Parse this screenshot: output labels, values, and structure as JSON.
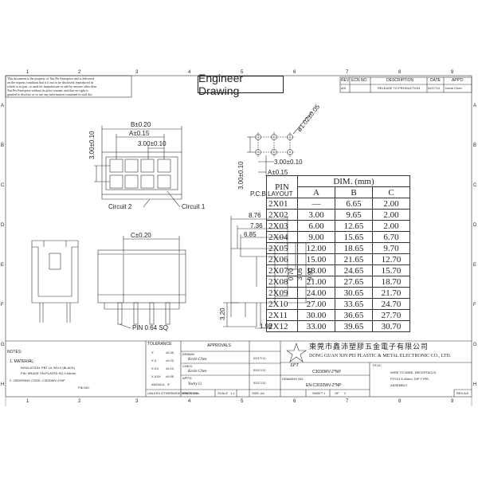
{
  "border": {
    "top_cols": [
      "1",
      "2",
      "3",
      "4",
      "5",
      "6",
      "7",
      "8",
      "9"
    ],
    "bottom_cols": [
      "1",
      "2",
      "3",
      "4",
      "5",
      "6",
      "7",
      "8",
      "9"
    ],
    "rows": [
      "A",
      "B",
      "C",
      "D",
      "E",
      "F",
      "G",
      "H"
    ]
  },
  "title_box": "Engineer Drawing",
  "confidential": [
    "This document is the property of Xin Pei Enterprise and is delivered",
    "on the express condition that it is not to be disclosed, reproduced in",
    "whole or in part, or used for manufacture or sale by anyone other than",
    "Xin Pei Enterprise without its prior consent, and that no right is",
    "granted to disclose or so use any information contained in said doc."
  ],
  "revision": {
    "headers": [
      "REV",
      "ECN NO.",
      "DESCRIPTION",
      "DATE",
      "APP'D"
    ],
    "row": [
      "A/0",
      "",
      "RELEASE TO PRODUCTION",
      "02/17/11",
      "Kevin Chen"
    ]
  },
  "dims": {
    "b": "B±0.20",
    "a": "A±0.15",
    "pitch_top": "3.00±0.10",
    "pitch_side": "3.00±0.10",
    "pcb_hole": "ø1.02±0.05",
    "pcb_pitch_h": "3.00±0.10",
    "pcb_pitch_v": "3.00±0.10",
    "pcb_a": "A±0.15",
    "c": "C±0.20",
    "d876": "8.76",
    "d736": "7.36",
    "d685": "6.85",
    "d070": "0.70",
    "d305": "3.05",
    "d990": "9.90",
    "d320": "3.20",
    "d198": "1.98"
  },
  "labels": {
    "circuit2": "Circuit 2",
    "circuit1": "Circuit 1",
    "pcb_layout": "P.C.B LAYOUT",
    "pin_size": "PIN 0.64 SQ"
  },
  "dim_table": {
    "pin_header": "PIN",
    "dim_header": "DIM. (mm)",
    "col_headers": [
      "A",
      "B",
      "C"
    ],
    "rows": [
      [
        "2X01",
        "—",
        "6.65",
        "2.00"
      ],
      [
        "2X02",
        "3.00",
        "9.65",
        "2.00"
      ],
      [
        "2X03",
        "6.00",
        "12.65",
        "2.00"
      ],
      [
        "2X04",
        "9.00",
        "15.65",
        "6.70"
      ],
      [
        "2X05",
        "12.00",
        "18.65",
        "9.70"
      ],
      [
        "2X06",
        "15.00",
        "21.65",
        "12.70"
      ],
      [
        "2X07",
        "18.00",
        "24.65",
        "15.70"
      ],
      [
        "2X08",
        "21.00",
        "27.65",
        "18.70"
      ],
      [
        "2X09",
        "24.00",
        "30.65",
        "21.70"
      ],
      [
        "2X10",
        "27.00",
        "33.65",
        "24.70"
      ],
      [
        "2X11",
        "30.00",
        "36.65",
        "27.70"
      ],
      [
        "2X12",
        "33.00",
        "39.65",
        "30.70"
      ]
    ]
  },
  "notes": {
    "title": "NOTES:",
    "lines": [
      "1. MATERIAL:",
      "INSULATION: PBT UL 94V-0 (BLACK)",
      "PIN: BRASS TIN-PLATED SQ 0.64mm",
      "2. ORDERING CODE: C3030WV-2*NP"
    ],
    "pin_no": "PIN NO."
  },
  "tolerance": {
    "title": "TOLERANCE",
    "rows": [
      [
        "X",
        "±0.30"
      ],
      [
        "X.X",
        "±0.20"
      ],
      [
        "X.XX",
        "±0.10"
      ],
      [
        "X.XXX",
        "±0.05"
      ],
      [
        "ANGULA",
        "3°"
      ]
    ],
    "unless": "UNLESS OTHERWISE SPECIFIED"
  },
  "approvals": {
    "title": "APPROVALS",
    "rows": [
      {
        "label": "DRAWN",
        "sig": "Kevin Chen",
        "date": "02/17/11"
      },
      {
        "label": "CHK'D",
        "sig": "Kevin Chen",
        "date": "02/17/11"
      },
      {
        "label": "APP'D",
        "sig": "Yuchy Li",
        "date": "02/17/11"
      }
    ],
    "units": "UNITS: mm",
    "scale": "SCALE",
    "scale_val": "1:1",
    "size": "SIZE: A4"
  },
  "company": {
    "cn": "東莞市鑫沛塑膠五金電子有限公司",
    "en": "DONG GUAN XIN PEI PLASTIC & METAL ELECTRONIC CO., LTD.",
    "logo": "XPT"
  },
  "part_no": "C3030WV-2*NP",
  "drawing_no_label": "DRAWING NO.",
  "drawing_no": "EN-C3030WV-2*NP",
  "sheet_label": "SHEET",
  "sheet_val": "1",
  "of_label": "OF",
  "of_val": "2",
  "title_label": "TITLE:",
  "title_lines": [
    "WIRE TO WIRE, RECEPTACLE,",
    "PITCH 3.00mm, DIP TYPE,",
    "ASSEMBLY"
  ],
  "rev": "REV.A/0"
}
